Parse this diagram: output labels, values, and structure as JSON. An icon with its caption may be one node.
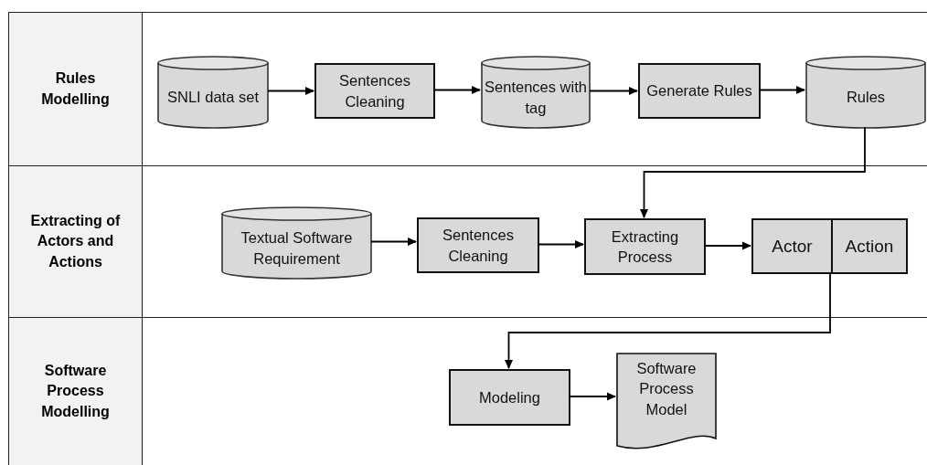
{
  "diagram": {
    "nodes": [
      {
        "text": [
          "Rules Modelling"
        ]
      },
      {
        "text": [
          "SNLI data set"
        ],
        "in": 0
      },
      {
        "text": [
          "Sentences Cleaning"
        ],
        "in": 0
      },
      {
        "text": [
          "Sentences with tag"
        ],
        "in": 0
      },
      {
        "text": [
          "Generate Rules"
        ],
        "in": 0
      },
      {
        "text": [
          "Rules"
        ],
        "in": 0
      },
      {
        "text": [
          "Extracting of Actors and Actions"
        ]
      },
      {
        "text": [
          "Textual Software Requirement"
        ],
        "in": 6
      },
      {
        "text": [
          "Sentences Cleaning"
        ],
        "in": 6
      },
      {
        "text": [
          "Extracting Process"
        ],
        "in": 6
      },
      {
        "text": [
          "Actor",
          "Action"
        ],
        "in": 6
      },
      {
        "text": [
          "Software Process Modelling"
        ]
      },
      {
        "text": [
          "Modeling"
        ],
        "in": 11
      },
      {
        "text": [
          "Software Process Model"
        ],
        "in": 11
      }
    ],
    "edges": [
      {
        "from": 1,
        "to": 2,
        "arrow": "to"
      },
      {
        "from": 2,
        "to": 3,
        "arrow": "to"
      },
      {
        "from": 3,
        "to": 4,
        "arrow": "to"
      },
      {
        "from": 4,
        "to": 5,
        "arrow": "to"
      },
      {
        "from": 5,
        "to": 9,
        "arrow": "to"
      },
      {
        "from": 7,
        "to": 8,
        "arrow": "to"
      },
      {
        "from": 8,
        "to": 9,
        "arrow": "to"
      },
      {
        "from": 9,
        "to": 10,
        "arrow": "to"
      },
      {
        "from": 10,
        "to": 12,
        "arrow": "to"
      },
      {
        "from": 12,
        "to": 13,
        "arrow": "to"
      }
    ]
  }
}
